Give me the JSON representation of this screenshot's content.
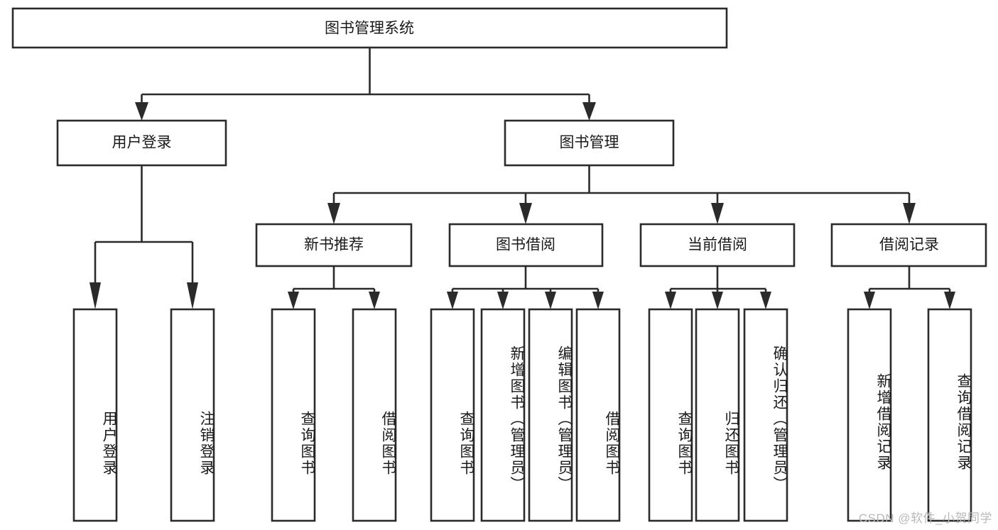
{
  "diagram": {
    "type": "tree-hierarchy-flowchart",
    "title": "图书管理系统",
    "orientation": "top-down",
    "colors": {
      "box_fill": "#ffffff",
      "box_stroke": "#2b2b2b",
      "text": "#1a1a1a",
      "watermark": "#b9b9b9"
    },
    "levels": {
      "level1": {
        "nodes": [
          {
            "id": "root",
            "label": "图书管理系统",
            "orientation": "horizontal"
          }
        ]
      },
      "level2": {
        "nodes": [
          {
            "id": "user-login",
            "label": "用户登录",
            "orientation": "horizontal",
            "parent": "root"
          },
          {
            "id": "book-manage",
            "label": "图书管理",
            "orientation": "horizontal",
            "parent": "root"
          }
        ]
      },
      "level3": {
        "nodes": [
          {
            "id": "new-book-rec",
            "label": "新书推荐",
            "orientation": "horizontal",
            "parent": "book-manage"
          },
          {
            "id": "book-borrow",
            "label": "图书借阅",
            "orientation": "horizontal",
            "parent": "book-manage"
          },
          {
            "id": "current-borrow",
            "label": "当前借阅",
            "orientation": "horizontal",
            "parent": "book-manage"
          },
          {
            "id": "borrow-record",
            "label": "借阅记录",
            "orientation": "horizontal",
            "parent": "book-manage"
          }
        ]
      },
      "level4": {
        "nodes": [
          {
            "id": "leaf-user-login",
            "label": "用户登录",
            "orientation": "vertical",
            "parent": "user-login"
          },
          {
            "id": "leaf-logout",
            "label": "注销登录",
            "orientation": "vertical",
            "parent": "user-login"
          },
          {
            "id": "leaf-query-book-1",
            "label": "查询图书",
            "orientation": "vertical",
            "parent": "new-book-rec"
          },
          {
            "id": "leaf-borrow-book-1",
            "label": "借阅图书",
            "orientation": "vertical",
            "parent": "new-book-rec"
          },
          {
            "id": "leaf-query-book-2",
            "label": "查询图书",
            "orientation": "vertical",
            "parent": "book-borrow"
          },
          {
            "id": "leaf-add-book",
            "label": "新增图书（管理员）",
            "orientation": "vertical",
            "parent": "book-borrow"
          },
          {
            "id": "leaf-edit-book",
            "label": "编辑图书（管理员）",
            "orientation": "vertical",
            "parent": "book-borrow"
          },
          {
            "id": "leaf-borrow-book-2",
            "label": "借阅图书",
            "orientation": "vertical",
            "parent": "book-borrow"
          },
          {
            "id": "leaf-query-book-3",
            "label": "查询图书",
            "orientation": "vertical",
            "parent": "current-borrow"
          },
          {
            "id": "leaf-return-book",
            "label": "归还图书",
            "orientation": "vertical",
            "parent": "current-borrow"
          },
          {
            "id": "leaf-confirm-return",
            "label": "确认归还（管理员）",
            "orientation": "vertical",
            "parent": "current-borrow"
          },
          {
            "id": "leaf-add-record",
            "label": "新增借阅记录",
            "orientation": "vertical",
            "parent": "borrow-record"
          },
          {
            "id": "leaf-query-record",
            "label": "查询借阅记录",
            "orientation": "vertical",
            "parent": "borrow-record"
          }
        ]
      }
    }
  },
  "watermark": {
    "text": "CSDN @软件_小贺同学"
  }
}
